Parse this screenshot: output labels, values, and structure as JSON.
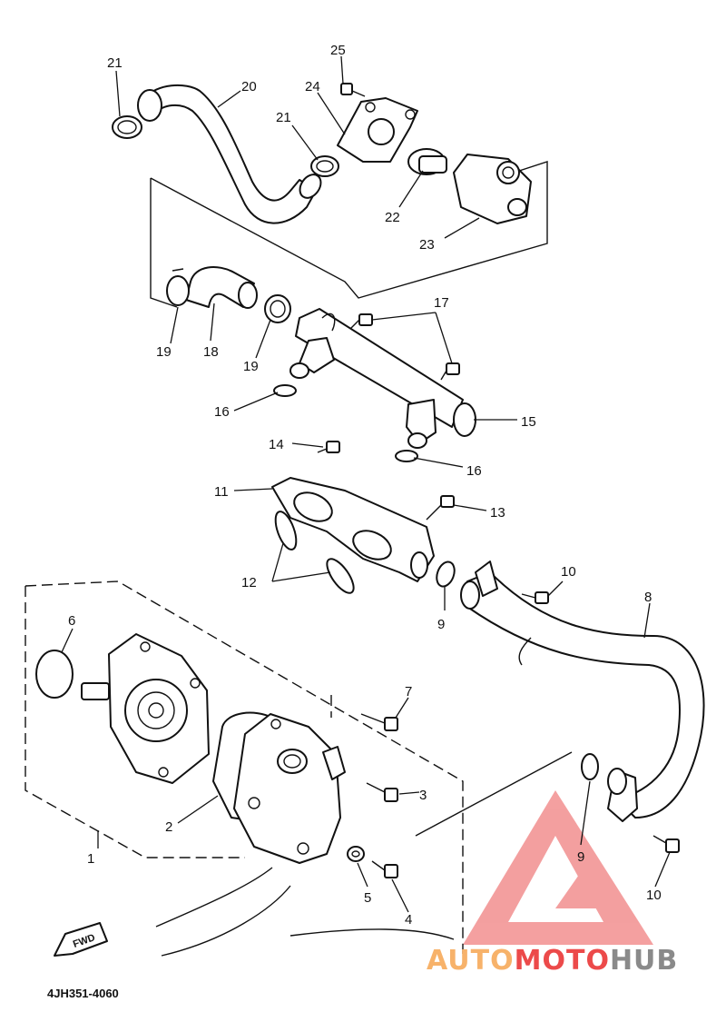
{
  "diagram": {
    "part_number": "4JH351-4060",
    "fwd_label": "FWD",
    "callouts": [
      "1",
      "2",
      "3",
      "4",
      "5",
      "6",
      "7",
      "8",
      "9",
      "9",
      "10",
      "10",
      "11",
      "12",
      "13",
      "14",
      "15",
      "16",
      "16",
      "17",
      "18",
      "19",
      "19",
      "20",
      "21",
      "21",
      "22",
      "23",
      "24",
      "25"
    ]
  },
  "watermark": {
    "part1": "AUTO",
    "part2": "MOTO",
    "part3": "HUB",
    "colors": {
      "auto": "#f7b26a",
      "moto": "#ec4a4a",
      "hub": "#8a8a8a",
      "triangle": "#f08080"
    }
  }
}
